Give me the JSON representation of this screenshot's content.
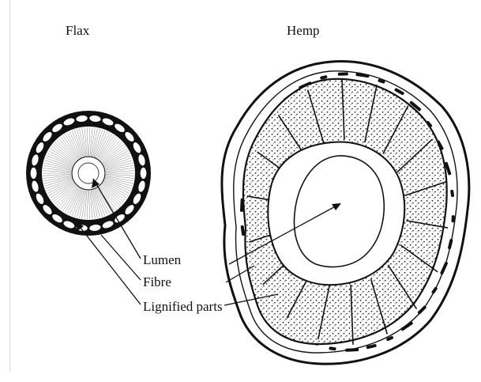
{
  "titles": {
    "flax": "Flax",
    "hemp": "Hemp"
  },
  "labels": {
    "lumen": "Lumen",
    "fibre": "Fibre",
    "lignified": "Lignified parts"
  },
  "colors": {
    "ink": "#111111",
    "paper": "#ffffff",
    "stipple": "#2a2a2a"
  }
}
